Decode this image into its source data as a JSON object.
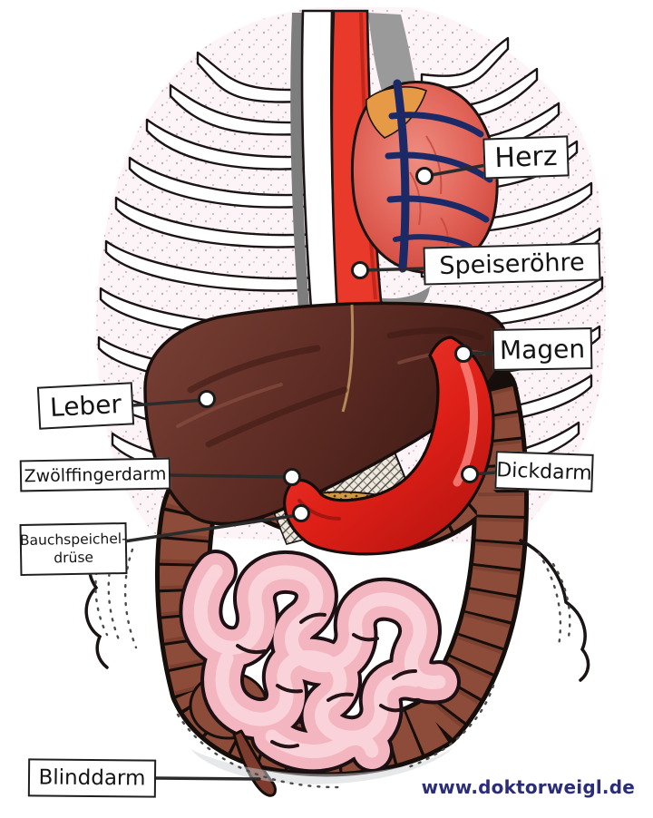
{
  "title": "Hand-drawn anatomy diagram of human digestive organs (German labels)",
  "labels": {
    "herz": "Herz",
    "speiseroehre": "Speiseröhre",
    "magen": "Magen",
    "leber": "Leber",
    "zwoelffingerdarm": "Zwölffingerdarm",
    "dickdarm": "Dickdarm",
    "bauchspeicheldruese_line1": "Bauchspeichel-",
    "bauchspeicheldruese_line2": "drüse",
    "blinddarm": "Blinddarm"
  },
  "watermark": {
    "text": "www.doktorweigl.de",
    "color": "#2b2d78"
  },
  "organs": [
    {
      "id": "heart",
      "label": "Herz",
      "color": "#e06a5f"
    },
    {
      "id": "heart-vessels",
      "color": "#1b2a66"
    },
    {
      "id": "esophagus",
      "label": "Speiseröhre",
      "color": "#e8392b"
    },
    {
      "id": "stomach",
      "label": "Magen",
      "color": "#e02420"
    },
    {
      "id": "liver",
      "label": "Leber",
      "color": "#5f2e27"
    },
    {
      "id": "duodenum",
      "label": "Zwölffingerdarm",
      "color": "#d23c2a"
    },
    {
      "id": "large-intestine",
      "label": "Dickdarm",
      "color": "#8d4c39"
    },
    {
      "id": "pancreas",
      "label": "Bauchspeicheldrüse",
      "color": "#cf9a43"
    },
    {
      "id": "appendix",
      "label": "Blinddarm",
      "color": "#7c3b2c"
    },
    {
      "id": "small-intestine",
      "color": "#f3b5bf"
    }
  ],
  "colors": {
    "background": "#ffffff",
    "outline": "#1a1414",
    "rib_tint": "#fdf4f7",
    "label_border": "#1f1f1f"
  }
}
